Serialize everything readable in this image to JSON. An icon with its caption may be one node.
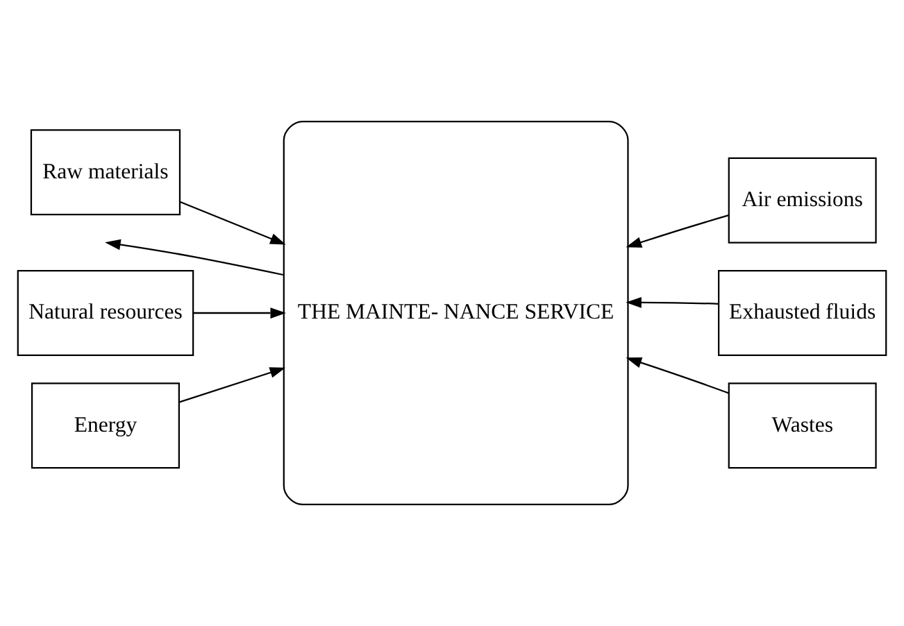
{
  "diagram": {
    "nodes": [
      {
        "text": [
          "Raw materials"
        ]
      },
      {
        "text": [
          "THE MAINTE- NANCE SERVICE"
        ]
      },
      {
        "text": [
          "Air emissions"
        ]
      },
      {
        "text": [
          "Natural resources"
        ]
      },
      {
        "text": [
          "Exhausted fluids"
        ]
      },
      {
        "text": [
          "Energy"
        ]
      },
      {
        "text": [
          "Wastes"
        ]
      }
    ],
    "edges": [
      {
        "from": 0,
        "to": 1,
        "arrow": "to"
      },
      {
        "from": 3,
        "to": 1,
        "arrow": "to"
      },
      {
        "from": 5,
        "to": 1,
        "arrow": "to"
      },
      {
        "from": 2,
        "to": 1,
        "arrow": "to"
      },
      {
        "from": 4,
        "to": 1,
        "arrow": "to"
      },
      {
        "from": 6,
        "to": 1,
        "arrow": "to"
      },
      {
        "from": 1,
        "to": null,
        "arrow": "to"
      }
    ]
  }
}
